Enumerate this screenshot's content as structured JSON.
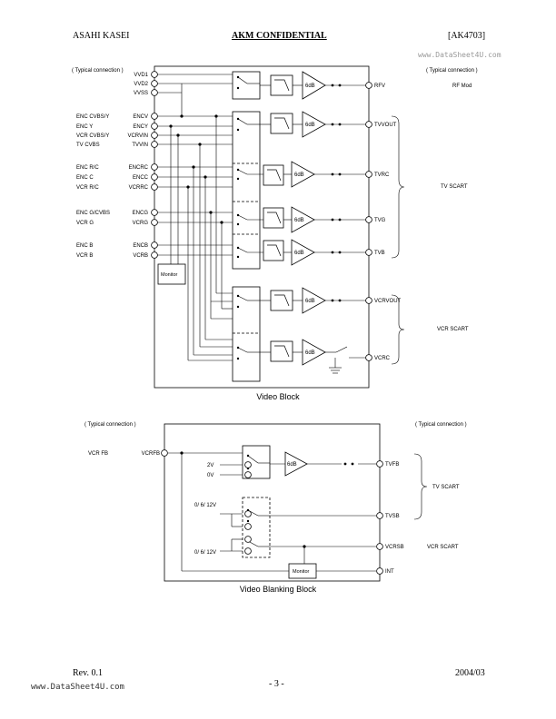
{
  "header": {
    "left": "ASAHI KASEI",
    "center": "AKM CONFIDENTIAL",
    "right": "[AK4703]"
  },
  "watermark_top": "www.DataSheet4U.com",
  "watermark_bottom": "www.DataSheet4U.com",
  "footer": {
    "rev": "Rev. 0.1",
    "page": "- 3 -",
    "date": "2004/03"
  },
  "video_block": {
    "typical_left": "( Typical connection )",
    "typical_right": "( Typical connection )",
    "title": "Video Block",
    "power_pins": [
      "VVD1",
      "VVD2",
      "VVSS"
    ],
    "inputs": [
      {
        "ext": "ENC CVBS/Y",
        "pin": "ENCV"
      },
      {
        "ext": "ENC Y",
        "pin": "ENCY"
      },
      {
        "ext": "VCR CVBS/Y",
        "pin": "VCRVIN"
      },
      {
        "ext": "TV CVBS",
        "pin": "TVVIN"
      },
      {
        "ext": "ENC R/C",
        "pin": "ENCRC"
      },
      {
        "ext": "ENC C",
        "pin": "ENCC"
      },
      {
        "ext": "VCR R/C",
        "pin": "VCRRC"
      },
      {
        "ext": "ENC G/CVBS",
        "pin": "ENCG"
      },
      {
        "ext": "VCR G",
        "pin": "VCRG"
      },
      {
        "ext": "ENC B",
        "pin": "ENCB"
      },
      {
        "ext": "VCR B",
        "pin": "VCRB"
      }
    ],
    "outputs": [
      "RFV",
      "TVVOUT",
      "TVRC",
      "TVG",
      "TVB",
      "VCRVOUT",
      "VCRC"
    ],
    "gain": "6dB",
    "monitor": "Monitor",
    "rf_mod": "RF Mod",
    "tv_scart": "TV  SCART",
    "vcr_scart": "VCR  SCART"
  },
  "blanking_block": {
    "typical_left": "( Typical connection )",
    "typical_right": "( Typical connection )",
    "title": "Video Blanking Block",
    "input_ext": "VCR FB",
    "input_pin": "VCRFB",
    "level_2v": "2V",
    "level_0v": "0V",
    "level_0612_a": "0/ 6/ 12V",
    "level_0612_b": "0/ 6/ 12V",
    "gain": "6dB",
    "monitor": "Monitor",
    "outputs": [
      "TVFB",
      "TVSB",
      "VCRSB",
      "INT"
    ],
    "tv_scart": "TV  SCART",
    "vcr_scart": "VCR  SCART"
  }
}
